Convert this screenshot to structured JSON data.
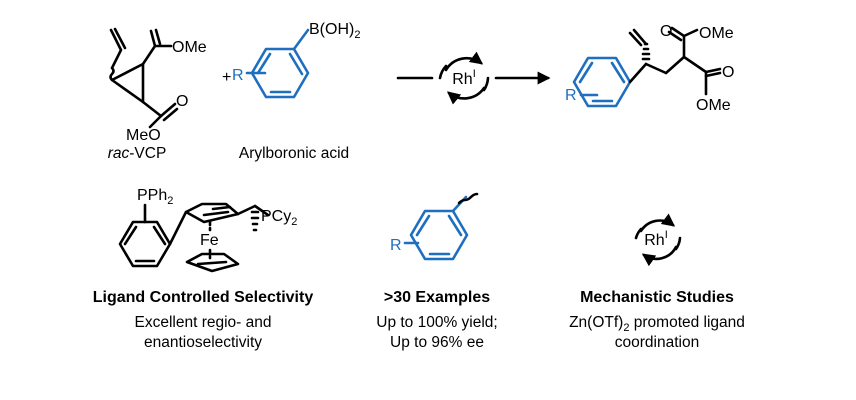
{
  "reactants": {
    "vcp": {
      "caption_italic": "rac",
      "caption_rest": "-VCP",
      "ester_top": "OMe",
      "ester_bottom": "MeO",
      "carbonyl_o": "O"
    },
    "plus": "+",
    "boronic": {
      "caption": "Arylboronic acid",
      "substituent": "R",
      "group_main": "B(OH)",
      "group_sub": "2"
    }
  },
  "catalyst": {
    "metal": "Rh",
    "oxidation": "I"
  },
  "product": {
    "ester_top_ome": "OMe",
    "ester_top_o": "O",
    "ester_bottom_ome": "OMe",
    "ester_bottom_o": "O",
    "substituent": "R"
  },
  "features": [
    {
      "heading": "Ligand Controlled Selectivity",
      "lines": [
        "Excellent regio- and",
        "enantioselectivity"
      ],
      "ligand": {
        "pph2_main": "PPh",
        "pph2_sub": "2",
        "pcy2_main": "PCy",
        "pcy2_sub": "2",
        "iron": "Fe"
      }
    },
    {
      "heading": ">30 Examples",
      "lines": [
        "Up to 100% yield;",
        "Up to 96% ee"
      ],
      "substituent": "R"
    },
    {
      "heading": "Mechanistic Studies",
      "line1_main": "Zn(OTf)",
      "line1_sub": "2",
      "line1_rest": " promoted ligand",
      "line2": "coordination",
      "metal": "Rh",
      "oxidation": "I"
    }
  ],
  "colors": {
    "aryl": "#1f6fc0",
    "text": "#000000"
  }
}
